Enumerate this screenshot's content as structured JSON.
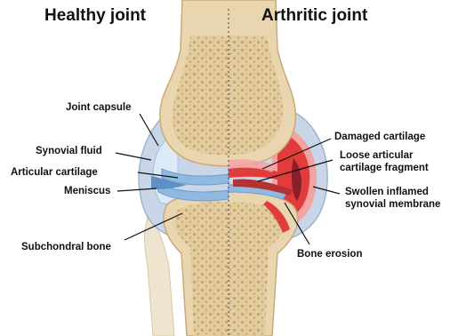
{
  "titles": {
    "left": "Healthy joint",
    "right": "Arthritic joint"
  },
  "labels": {
    "joint_capsule": "Joint capsule",
    "synovial_fluid": "Synovial fluid",
    "articular_cartilage": "Articular cartilage",
    "meniscus": "Meniscus",
    "subchondral_bone": "Subchondral bone",
    "damaged_cartilage": "Damaged cartilage",
    "loose_fragment_line1": "Loose articular",
    "loose_fragment_line2": "cartilage fragment",
    "swollen_line1": "Swollen inflamed",
    "swollen_line2": "synovial membrane",
    "bone_erosion": "Bone erosion"
  },
  "colors": {
    "bone": "#e9d6b0",
    "bone_dark": "#c9aa78",
    "spongy_dots": "#b99a6a",
    "capsule": "#b7c8de",
    "synovial_fluid": "#d6e6f5",
    "cartilage": "#8fb9e0",
    "inflamed_red": "#e23b3b",
    "inflamed_pink": "#f4a3a3",
    "dark_red": "#8a1f2b"
  }
}
